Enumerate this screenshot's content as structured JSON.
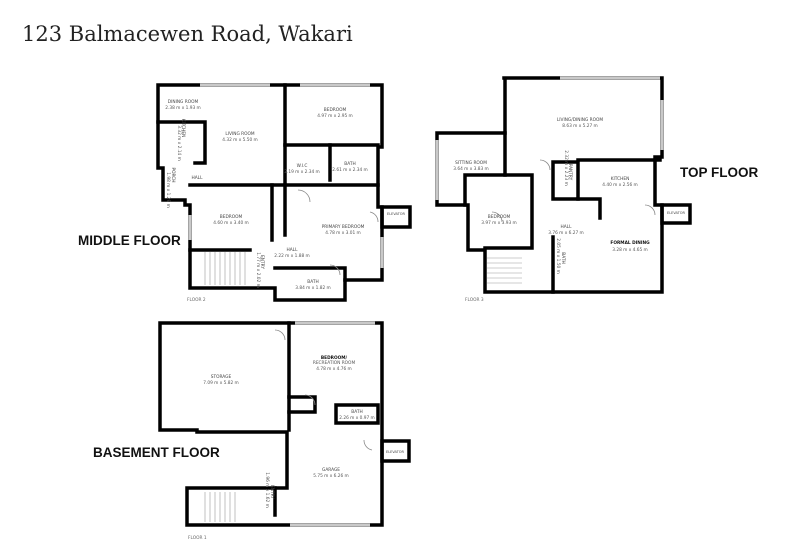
{
  "title": "123 Balmacewen Road, Wakari",
  "floors": {
    "middle": {
      "label": "MIDDLE FLOOR",
      "plan_label": "FLOOR 2",
      "rooms": [
        {
          "name": "DINING ROOM",
          "dims": "2.38 m x 1.93 m"
        },
        {
          "name": "LIVING ROOM",
          "dims": "4.32 m x 5.50 m"
        },
        {
          "name": "BEDROOM",
          "dims": "4.97 m x 2.95 m"
        },
        {
          "name": "W.I.C",
          "dims": "2.19 m x 2.34 m"
        },
        {
          "name": "BATH",
          "dims": "2.61 m x 2.34 m"
        },
        {
          "name": "KITCHEN",
          "dims": "3.32 m x 2.14 m"
        },
        {
          "name": "PORCH",
          "dims": "1.98 m x 1.29 m"
        },
        {
          "name": "HALL",
          "dims": ""
        },
        {
          "name": "BEDROOM",
          "dims": "4.60 m x 3.40 m"
        },
        {
          "name": "PRIMARY BEDROOM",
          "dims": "4.78 m x 3.01 m"
        },
        {
          "name": "HALL",
          "dims": "2.22 m x 1.88 m"
        },
        {
          "name": "ENTRY",
          "dims": "1.77 m x 2.02 m"
        },
        {
          "name": "BATH",
          "dims": "3.84 m x 1.82 m"
        },
        {
          "name": "ELEVATOR",
          "dims": ""
        }
      ]
    },
    "top": {
      "label": "TOP FLOOR",
      "plan_label": "FLOOR 3",
      "rooms": [
        {
          "name": "LIVING/DINING ROOM",
          "dims": "8.63 m x 5.27 m"
        },
        {
          "name": "SITTING ROOM",
          "dims": "3.64 m x 3.83 m"
        },
        {
          "name": "PANTRY",
          "dims": "2.32 m x 2.23 m"
        },
        {
          "name": "KITCHEN",
          "dims": "4.40 m x 2.56 m"
        },
        {
          "name": "ELEVATOR",
          "dims": ""
        },
        {
          "name": "BEDROOM",
          "dims": "3.97 m x 3.93 m"
        },
        {
          "name": "HALL",
          "dims": "3.76 m x 6.27 m"
        },
        {
          "name": "FORMAL DINING",
          "dims": "3.28 m x 4.65 m"
        },
        {
          "name": "BATH",
          "dims": "2.05 m x 1.50 m"
        }
      ]
    },
    "basement": {
      "label": "BASEMENT FLOOR",
      "plan_label": "FLOOR 1",
      "rooms": [
        {
          "name": "STORAGE",
          "dims": "7.09 m x 5.82 m"
        },
        {
          "name": "BEDROOM/",
          "dims": "RECREATION ROOM",
          "dims2": "4.78 m x 4.76 m"
        },
        {
          "name": "BATH",
          "dims": "2.26 m x 0.97 m"
        },
        {
          "name": "ELEVATOR",
          "dims": ""
        },
        {
          "name": "GARAGE",
          "dims": "5.75 m x 6.26 m"
        },
        {
          "name": "ENTRY",
          "dims": "1.96 m x 1.62 m"
        }
      ]
    }
  }
}
